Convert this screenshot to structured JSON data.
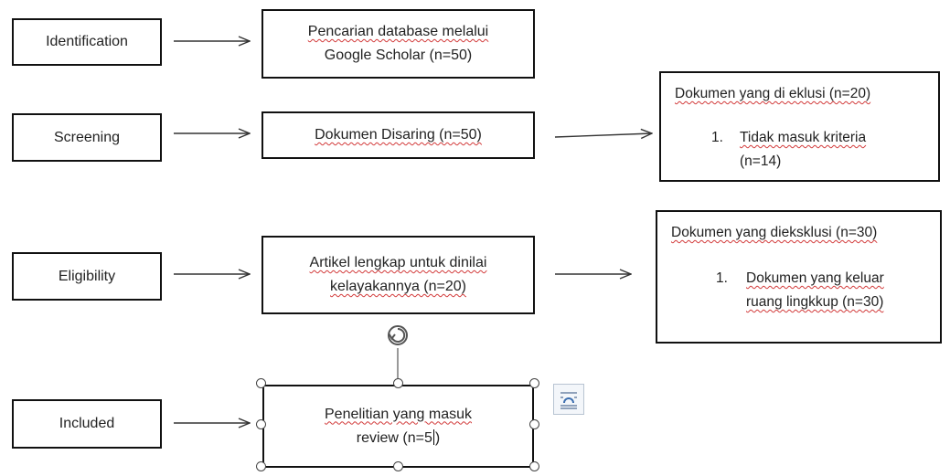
{
  "stages": {
    "identification": "Identification",
    "screening": "Screening",
    "eligibility": "Eligibility",
    "included": "Included"
  },
  "process": {
    "identification": {
      "line1": "Pencarian database melalui",
      "line2": "Google Scholar (n=50)"
    },
    "screening": {
      "line1": "Dokumen Disaring (n=50)"
    },
    "eligibility": {
      "line1": "Artikel lengkap untuk dinilai",
      "line2": "kelayakannya (n=20)"
    },
    "included": {
      "line1": "Penelitian yang masuk",
      "line2": "review (n=5",
      "line2_suffix": ")"
    }
  },
  "exclusions": {
    "screening": {
      "title": "Dokumen yang di eklusi (n=20)",
      "item_number": "1.",
      "item_line1": "Tidak masuk kriteria",
      "item_line2": "(n=14)"
    },
    "eligibility": {
      "title": "Dokumen yang dieksklusi (n=30)",
      "item_number": "1.",
      "item_line1": "Dokumen yang keluar",
      "item_line2": "ruang lingkkup (n=30)"
    }
  },
  "editor_ui": {
    "rotate_handle": "rotate-icon",
    "layout_options": "layout-options-icon"
  }
}
